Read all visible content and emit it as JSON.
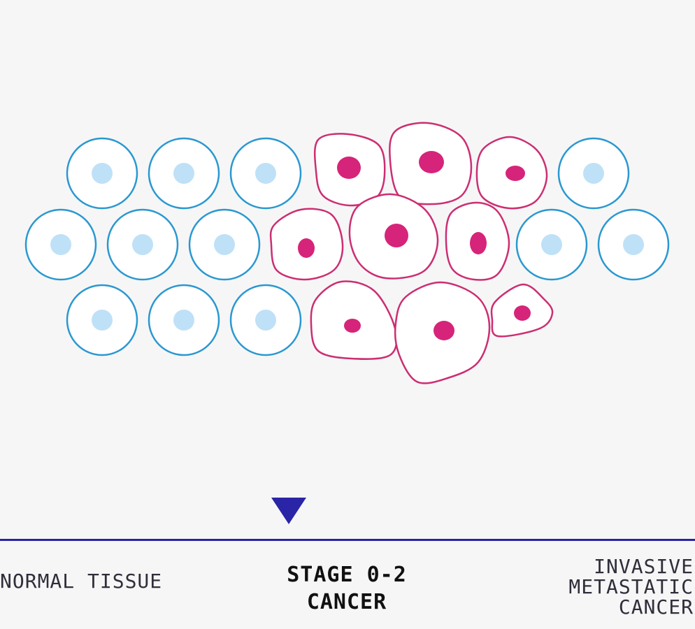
{
  "diagram": {
    "colors": {
      "background": "#f6f6f7",
      "normal_cell_outline": "#2a98d0",
      "normal_nucleus": "#bfe1f7",
      "cancer_cell_outline": "#cc2e72",
      "cancer_nucleus": "#d6247a",
      "timeline": "#2a24a6"
    },
    "normal_cell_count": 12,
    "cancer_cell_count": 9
  },
  "timeline": {
    "stages": [
      {
        "id": "normal",
        "lines": [
          "NORMAL TISSUE"
        ]
      },
      {
        "id": "current",
        "lines": [
          "STAGE 0-2",
          "CANCER"
        ]
      },
      {
        "id": "invasive",
        "lines": [
          "INVASIVE",
          "METASTATIC",
          "CANCER"
        ]
      }
    ],
    "marker_icon": "down-triangle-icon"
  }
}
